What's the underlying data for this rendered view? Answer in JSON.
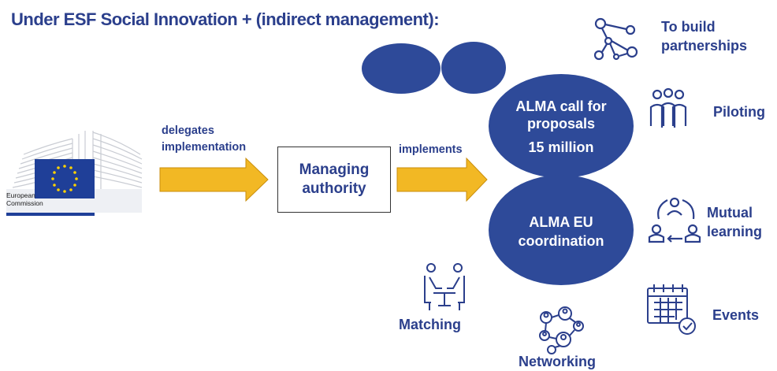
{
  "title": "Under ESF Social Innovation + (indirect management):",
  "logo": {
    "line1": "European",
    "line2": "Commission"
  },
  "arrow1_label": {
    "line1": "delegates",
    "line2": "implementation"
  },
  "managing_authority": {
    "line1": "Managing",
    "line2": "authority"
  },
  "arrow2_label": "implements",
  "call": {
    "line1": "ALMA call for",
    "line2": "proposals",
    "line3": "15 million"
  },
  "coordination": {
    "line1": "ALMA EU",
    "line2": "coordination"
  },
  "activities": {
    "partnerships": {
      "line1": "To build",
      "line2": "partnerships",
      "icon": "network-nodes-icon"
    },
    "piloting": {
      "label": "Piloting",
      "icon": "team-icon"
    },
    "mutual_learning": {
      "line1": "Mutual",
      "line2": "learning",
      "icon": "exchange-people-icon"
    },
    "events": {
      "label": "Events",
      "icon": "calendar-check-icon"
    },
    "networking": {
      "label": "Networking",
      "icon": "people-network-icon"
    },
    "matching": {
      "label": "Matching",
      "icon": "meeting-table-icon"
    }
  },
  "colors": {
    "navy": "#2b3f8c",
    "oval": "#2e4a99",
    "arrow": "#f2b824",
    "flag": "#1f3f98",
    "star": "#ffd200"
  }
}
